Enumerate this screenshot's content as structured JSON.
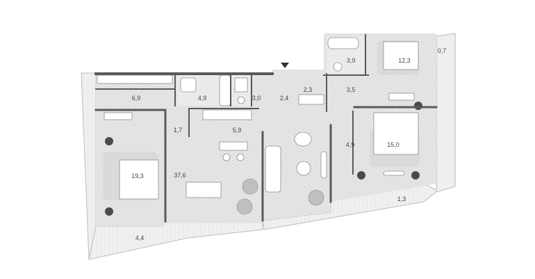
{
  "plan": {
    "colors": {
      "background": "#ffffff",
      "terrace": "#f0f0f0",
      "floor": "#e6e6e6",
      "wall": "#595959",
      "furniture": "#ffffff",
      "rug": "#dadada",
      "plant": "#bfbfbf",
      "column": "#4a4a4a",
      "label": "#444444"
    },
    "rooms": [
      {
        "id": "corridor-top-left",
        "area": "6,9"
      },
      {
        "id": "bathroom-small",
        "area": "4,9"
      },
      {
        "id": "wc",
        "area": "3,0"
      },
      {
        "id": "entry-hall",
        "area": "2,4"
      },
      {
        "id": "wardrobe",
        "area": "2,3"
      },
      {
        "id": "master-bath",
        "area": "3,9"
      },
      {
        "id": "bedroom-top-right",
        "area": "12,3"
      },
      {
        "id": "balcony-right",
        "area": "0,7"
      },
      {
        "id": "hall-right",
        "area": "3,5"
      },
      {
        "id": "corridor-right",
        "area": "4,9"
      },
      {
        "id": "bedroom-right",
        "area": "15,0"
      },
      {
        "id": "hall-left",
        "area": "1,7"
      },
      {
        "id": "kitchen",
        "area": "5,9"
      },
      {
        "id": "bedroom-left",
        "area": "19,3"
      },
      {
        "id": "living-dining",
        "area": "37,6"
      },
      {
        "id": "balcony-bottom-right",
        "area": "1,3"
      },
      {
        "id": "terrace-bottom-left",
        "area": "4,4"
      }
    ]
  }
}
